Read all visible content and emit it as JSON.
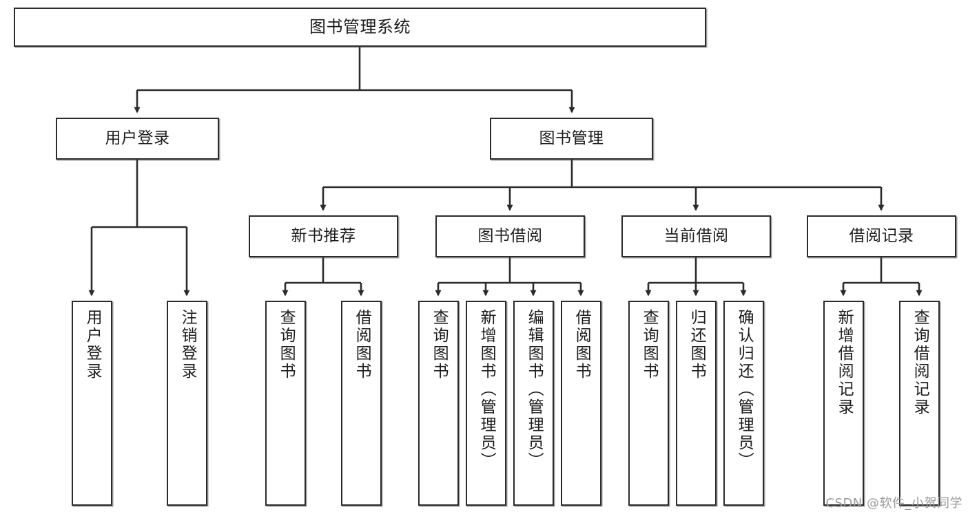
{
  "diagram": {
    "title": "图书管理系统",
    "type": "tree-hierarchy-chart",
    "line_color": "#2b2b2b",
    "box_fill": "#ffffff",
    "text_color": "#1d1d1d"
  },
  "watermark": {
    "text": "CSDN @软件_小贺同学",
    "color": "#9a9a9a"
  },
  "nodes": {
    "root": {
      "label": "图书管理系统"
    },
    "level1": [
      {
        "label": "用户登录"
      },
      {
        "label": "图书管理"
      }
    ],
    "level2": [
      {
        "label": "新书推荐"
      },
      {
        "label": "图书借阅"
      },
      {
        "label": "当前借阅"
      },
      {
        "label": "借阅记录"
      }
    ],
    "leaves": [
      {
        "label": "用户登录"
      },
      {
        "label": "注销登录"
      },
      {
        "label": "查询图书"
      },
      {
        "label": "借阅图书"
      },
      {
        "label": "查询图书"
      },
      {
        "label": "新增图书（管理员）"
      },
      {
        "label": "编辑图书（管理员）"
      },
      {
        "label": "借阅图书"
      },
      {
        "label": "查询图书"
      },
      {
        "label": "归还图书"
      },
      {
        "label": "确认归还（管理员）"
      },
      {
        "label": "新增借阅记录"
      },
      {
        "label": "查询借阅记录"
      }
    ]
  }
}
